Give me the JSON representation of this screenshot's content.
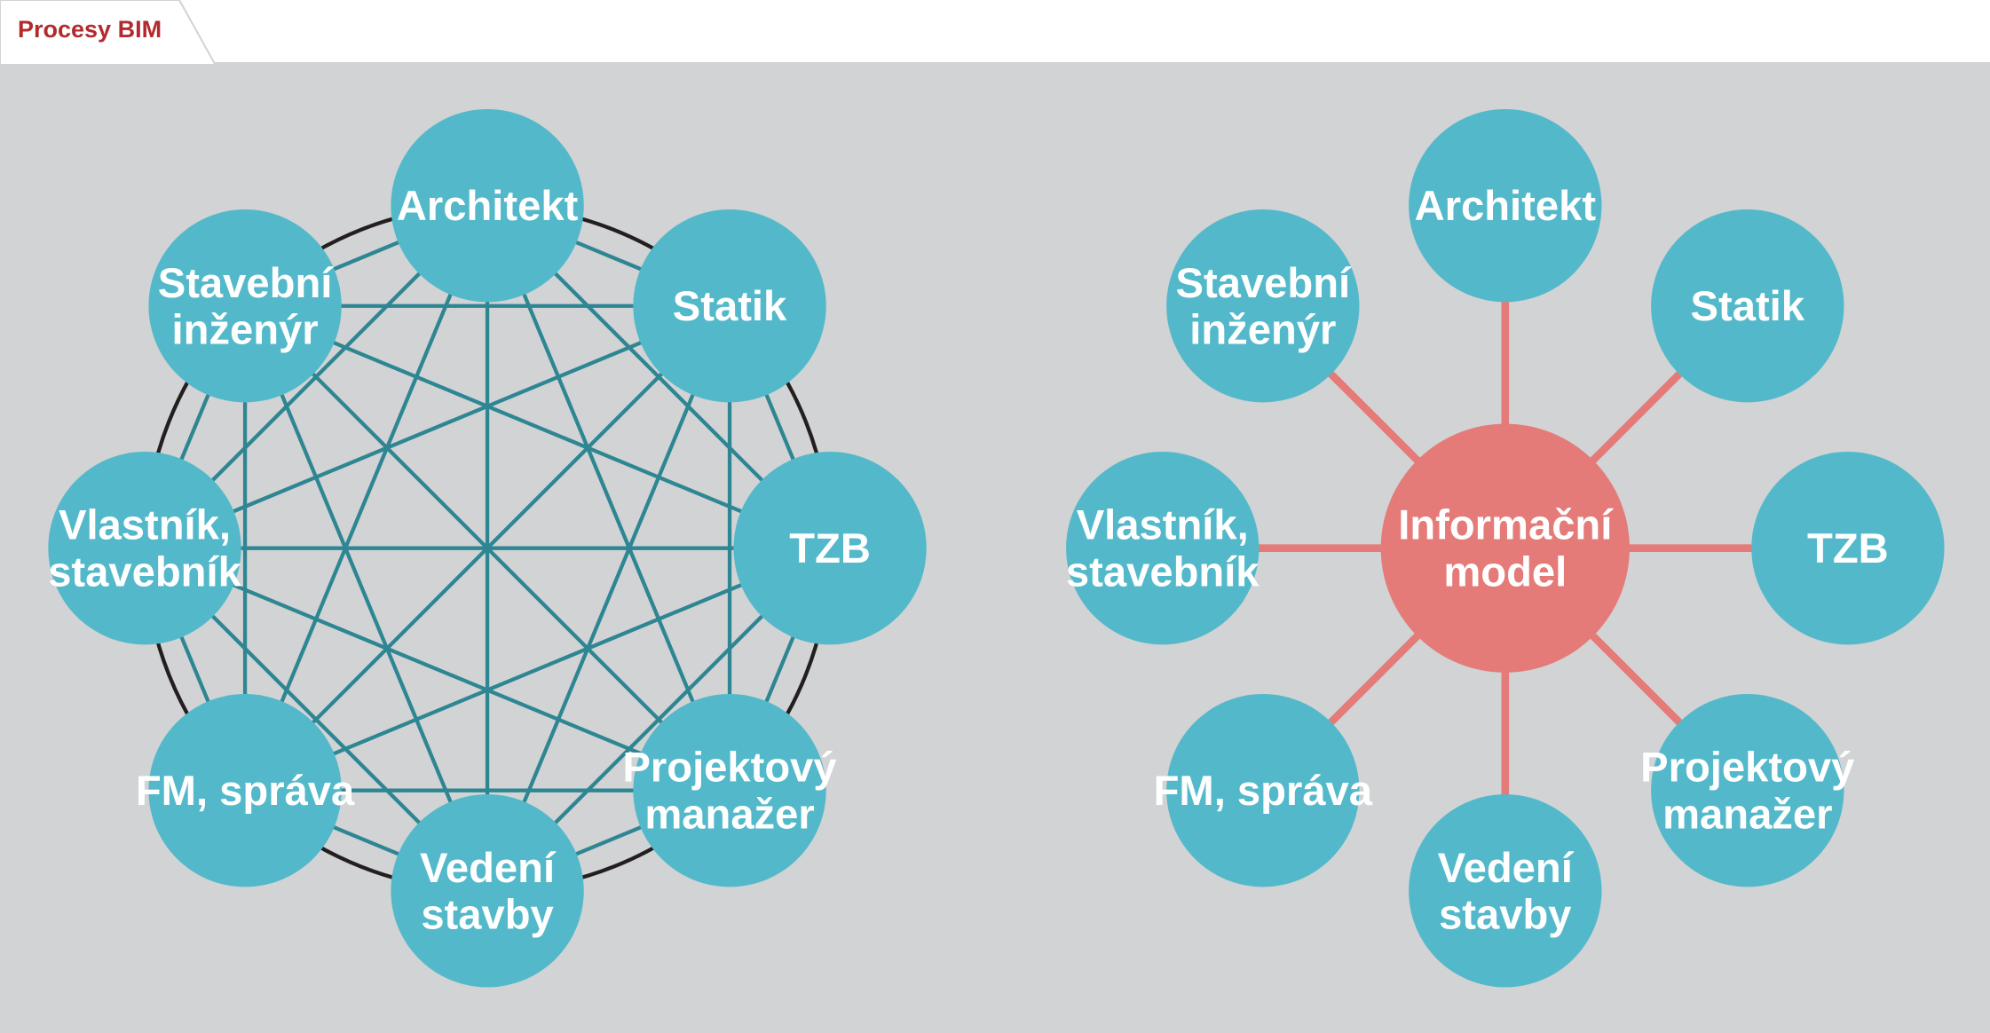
{
  "tab": {
    "label": "Procesy BIM"
  },
  "colors": {
    "background": "#d1d3d4",
    "node": "#53b9ca",
    "mesh_line": "#2e8693",
    "ring": "#231f20",
    "hub": "#e57b78",
    "spoke": "#e57b78",
    "tab_text": "#b22a2e"
  },
  "left_diagram": {
    "nodes": [
      {
        "lines": [
          "Architekt"
        ]
      },
      {
        "lines": [
          "Statik"
        ]
      },
      {
        "lines": [
          "TZB"
        ]
      },
      {
        "lines": [
          "Projektový",
          "manažer"
        ]
      },
      {
        "lines": [
          "Vedení",
          "stavby"
        ]
      },
      {
        "lines": [
          "FM, správa"
        ]
      },
      {
        "lines": [
          "Vlastník,",
          "stavebník"
        ]
      },
      {
        "lines": [
          "Stavební",
          "inženýr"
        ]
      }
    ]
  },
  "right_diagram": {
    "hub": {
      "lines": [
        "Informační",
        "model"
      ]
    },
    "nodes": [
      {
        "lines": [
          "Architekt"
        ]
      },
      {
        "lines": [
          "Statik"
        ]
      },
      {
        "lines": [
          "TZB"
        ]
      },
      {
        "lines": [
          "Projektový",
          "manažer"
        ]
      },
      {
        "lines": [
          "Vedení",
          "stavby"
        ]
      },
      {
        "lines": [
          "FM, správa"
        ]
      },
      {
        "lines": [
          "Vlastník,",
          "stavebník"
        ]
      },
      {
        "lines": [
          "Stavební",
          "inženýr"
        ]
      }
    ]
  }
}
